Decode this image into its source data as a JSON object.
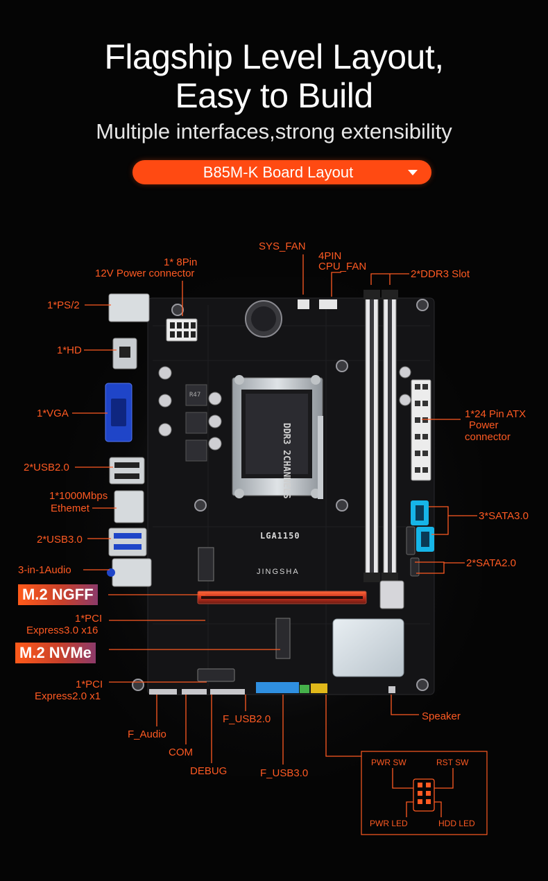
{
  "header": {
    "title_line1": "Flagship Level Layout,",
    "title_line2": "Easy to Build",
    "subtitle": "Multiple interfaces,strong extensibility",
    "model_selector": "B85M-K  Board Layout"
  },
  "board": {
    "socket_label": "LGA1150",
    "brand": "JINGSHA",
    "memory_print": "DDR3 2CHANNELS",
    "vrm_print": "R47"
  },
  "labels": {
    "sys_fan": "SYS_FAN",
    "cpu_fan_1": "4PIN",
    "cpu_fan_2": "CPU_FAN",
    "power8_1": "1* 8Pin",
    "power8_2": "12V Power connector",
    "ddr3": "2*DDR3 Slot",
    "ps2": "1*PS/2",
    "hd": "1*HD",
    "vga": "1*VGA",
    "usb2": "2*USB2.0",
    "eth_1": "1*1000Mbps",
    "eth_2": "Ethemet",
    "usb3": "2*USB3.0",
    "audio": "3-in-1Audio",
    "atx_1": "1*24 Pin ATX",
    "atx_2": "Power",
    "atx_3": "connector",
    "sata3": "3*SATA3.0",
    "sata2": "2*SATA2.0",
    "m2_ngff": "M.2 NGFF",
    "pcie16_1": "1*PCI",
    "pcie16_2": "Express3.0 x16",
    "m2_nvme": "M.2 NVMe",
    "pcie1_1": "1*PCI",
    "pcie1_2": "Express2.0 x1",
    "f_audio": "F_Audio",
    "com": "COM",
    "debug": "DEBUG",
    "f_usb2": "F_USB2.0",
    "f_usb3": "F_USB3.0",
    "speaker": "Speaker"
  },
  "front_panel": {
    "pwr_sw": "PWR SW",
    "rst_sw": "RST SW",
    "pwr_led": "PWR  LED",
    "hdd_led": "HDD  LED"
  },
  "colors": {
    "accent": "#ff4a12",
    "label": "#ff5a22",
    "pcb": "#141416",
    "vga": "#1f45c8",
    "usb3_header": "#2f8fe0",
    "sata3": "#16b5e8"
  }
}
